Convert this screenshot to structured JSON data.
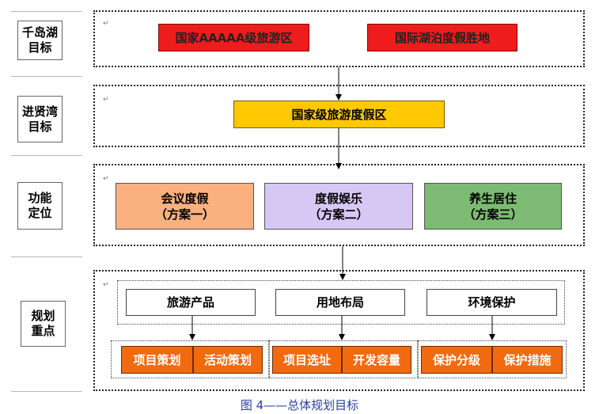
{
  "left_labels": [
    {
      "text": "千岛湖\n目标"
    },
    {
      "text": "进贤湾\n目标"
    },
    {
      "text": "功能\n定位"
    },
    {
      "text": "规划\n重点"
    }
  ],
  "row1": {
    "box_a": "国家AAAAA级旅游区",
    "box_b": "国际湖泊度假胜地"
  },
  "row2": {
    "box": "国家级旅游度假区"
  },
  "row3": {
    "boxes": [
      {
        "text": "会议度假\n（方案一）",
        "color": "#fbb07f"
      },
      {
        "text": "度假娱乐\n（方案二）",
        "color": "#d7c7f4"
      },
      {
        "text": "养生居住\n（方案三）",
        "color": "#7dba73"
      }
    ]
  },
  "row4": {
    "groups": [
      {
        "title": "旅游产品",
        "items": [
          "项目策划",
          "活动策划"
        ]
      },
      {
        "title": "用地布局",
        "items": [
          "项目选址",
          "开发容量"
        ]
      },
      {
        "title": "环境保护",
        "items": [
          "保护分级",
          "保护措施"
        ]
      }
    ]
  },
  "para_mark": "↵",
  "caption": "图 4——总体规划目标",
  "colors": {
    "red": "#ee1c1c",
    "yellow": "#ffc800",
    "orange": "#f26a10",
    "caption": "#2b3f9e"
  }
}
